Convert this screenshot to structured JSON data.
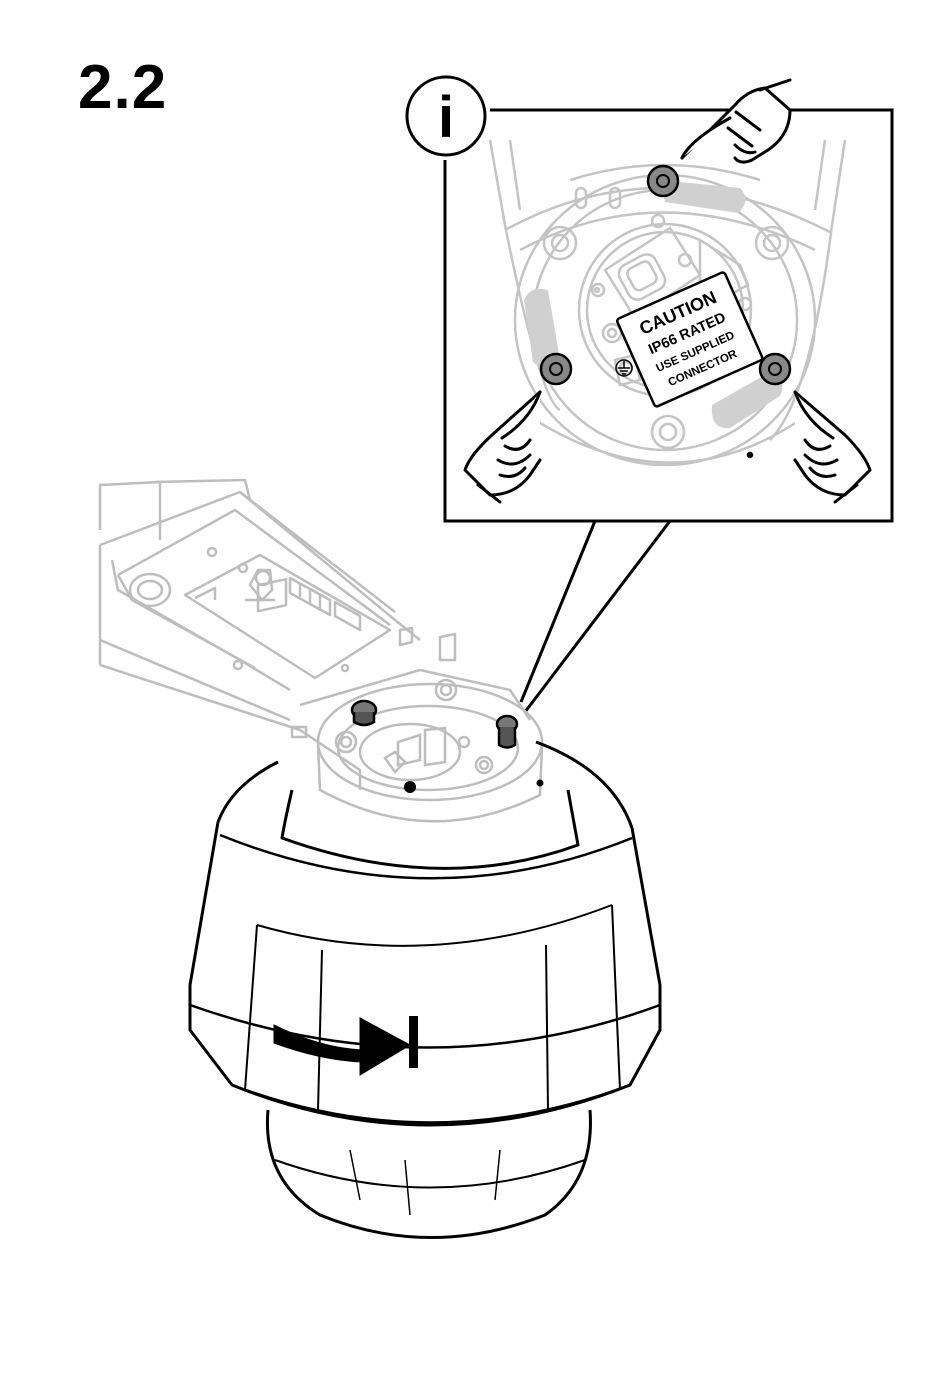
{
  "step": {
    "number": "2.2"
  },
  "info": {
    "glyph": "i"
  },
  "label": {
    "line1": "CAUTION",
    "line2": "IP66 RATED",
    "line3": "USE SUPPLIED",
    "line4": "CONNECTOR"
  },
  "colors": {
    "ink": "#000000",
    "faint": "#c8c8c8",
    "screw_fill": "#888888",
    "slot_fill": "#d4d4d4"
  }
}
